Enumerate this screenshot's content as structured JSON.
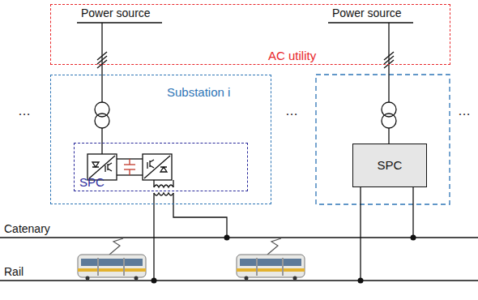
{
  "diagram": {
    "nodes": [
      {
        "text": [
          "AC utility"
        ]
      },
      {
        "text": [
          "Substation i"
        ]
      },
      {
        "text": [
          "SPC"
        ],
        "in": 1
      },
      {
        "text": [
          "SPC"
        ]
      }
    ],
    "labels": [
      "Power source",
      "Power source",
      "…",
      "…",
      "…",
      "Catenary",
      "Rail"
    ]
  }
}
